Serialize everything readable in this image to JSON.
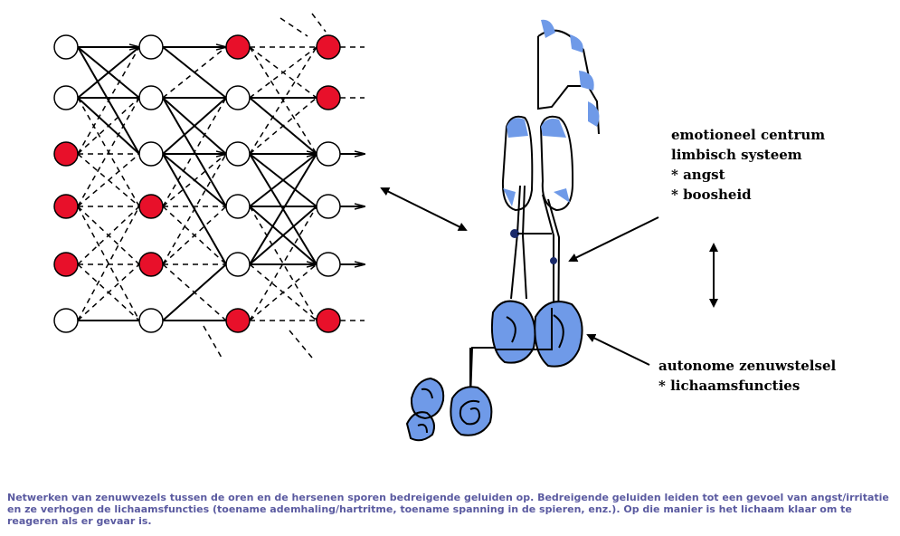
{
  "colors": {
    "active_node": "#e8102a",
    "inactive_node": "#ffffff",
    "brain_highlight": "#6f9ae8",
    "line": "#000000",
    "caption_text": "#5a5aa0"
  },
  "network": {
    "columns": [
      [
        "inactive",
        "inactive",
        "active",
        "active",
        "active",
        "inactive"
      ],
      [
        "inactive",
        "inactive",
        "inactive",
        "active",
        "active",
        "inactive"
      ],
      [
        "active",
        "inactive",
        "inactive",
        "inactive",
        "inactive",
        "active"
      ],
      [
        "active",
        "active",
        "inactive",
        "inactive",
        "inactive",
        "active"
      ]
    ]
  },
  "labels": {
    "emotional": [
      "emotioneel centrum",
      "limbisch systeem",
      "* angst",
      "* boosheid"
    ],
    "autonomic": [
      "autonome zenuwstelsel",
      "* lichaamsfuncties"
    ]
  },
  "caption": "Netwerken van zenuwvezels tussen de oren en de hersenen sporen bedreigende geluiden op. Bedreigende geluiden leiden tot een gevoel van angst/irritatie en ze verhogen de lichaamsfuncties (toename ademhaling/hartritme, toename spanning in de spieren, enz.). Op die manier is het lichaam klaar om te reageren als er gevaar is."
}
